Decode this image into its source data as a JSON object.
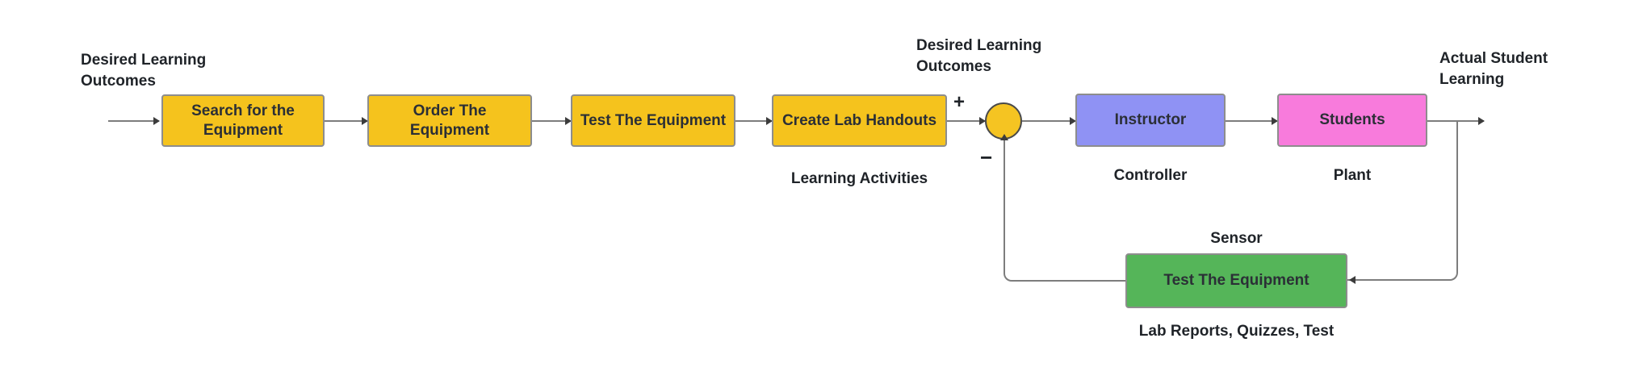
{
  "diagram": {
    "kind": "feedback-control-block-diagram",
    "background": "#FFFFFF"
  },
  "colors": {
    "process_yellow": "#F5C31D",
    "controller_purple": "#8F92F4",
    "plant_pink": "#F87BDC",
    "sensor_green": "#55B559",
    "junction_yellow": "#F5C422",
    "line_gray": "#7D7D7D",
    "text_dark": "#2B2F36"
  },
  "blocks": {
    "search": "Search for the Equipment",
    "order": "Order The Equipment",
    "test": "Test The Equipment",
    "handouts": "Create Lab Handouts",
    "instructor": "Instructor",
    "students": "Students",
    "sensor": "Test The Equipment"
  },
  "labels": {
    "input_line1": "Desired Learning",
    "input_line2": "Outcomes",
    "reference_line1": "Desired Learning",
    "reference_line2": "Outcomes",
    "output_line1": "Actual Student",
    "output_line2": "Learning",
    "learning_activities": "Learning Activities",
    "controller_role": "Controller",
    "plant_role": "Plant",
    "sensor_role": "Sensor",
    "feedback_caption": "Lab Reports, Quizzes, Test",
    "plus_sign": "+",
    "minus_sign": "−"
  }
}
